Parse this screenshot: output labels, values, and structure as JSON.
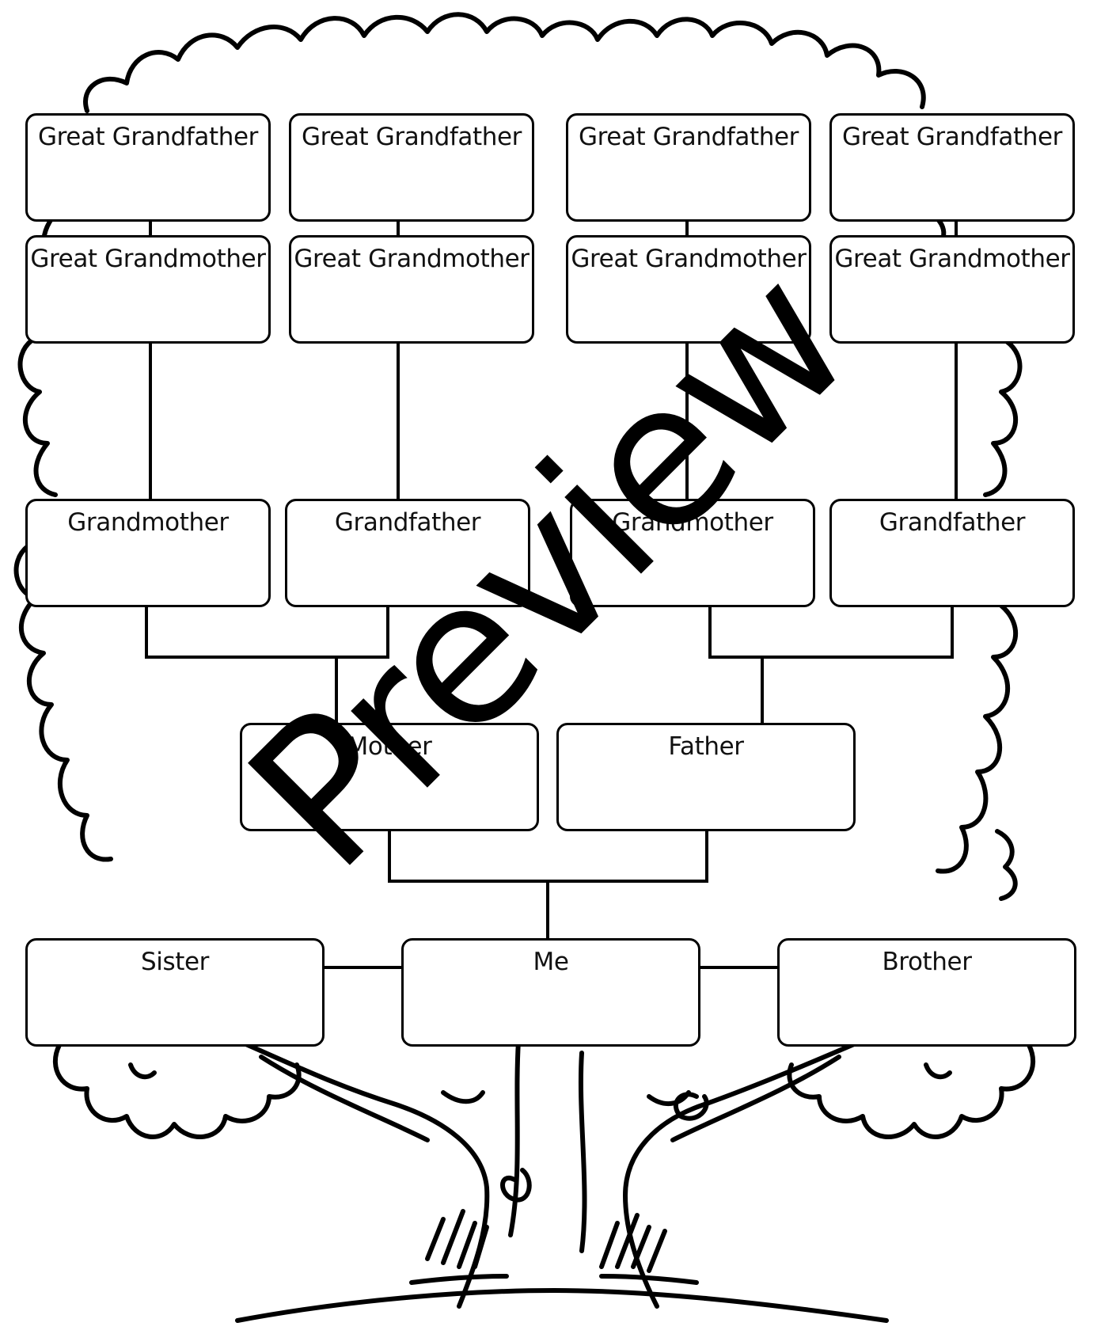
{
  "diagram": {
    "generation_1": [
      {
        "label": "Great Grandfather"
      },
      {
        "label": "Great Grandfather"
      },
      {
        "label": "Great Grandfather"
      },
      {
        "label": "Great Grandfather"
      }
    ],
    "generation_1b": [
      {
        "label": "Great Grandmother"
      },
      {
        "label": "Great Grandmother"
      },
      {
        "label": "Great Grandmother"
      },
      {
        "label": "Great Grandmother"
      }
    ],
    "generation_2": [
      {
        "label": "Grandmother"
      },
      {
        "label": "Grandfather"
      },
      {
        "label": "Grandmother"
      },
      {
        "label": "Grandfather"
      }
    ],
    "generation_3": [
      {
        "label": "Mother"
      },
      {
        "label": "Father"
      }
    ],
    "generation_4": [
      {
        "label": "Sister"
      },
      {
        "label": "Me"
      },
      {
        "label": "Brother"
      }
    ]
  },
  "watermark": "Preview",
  "colors": {
    "stroke": "#000000",
    "box_fill": "#ffffff",
    "background": "#ffffff"
  }
}
